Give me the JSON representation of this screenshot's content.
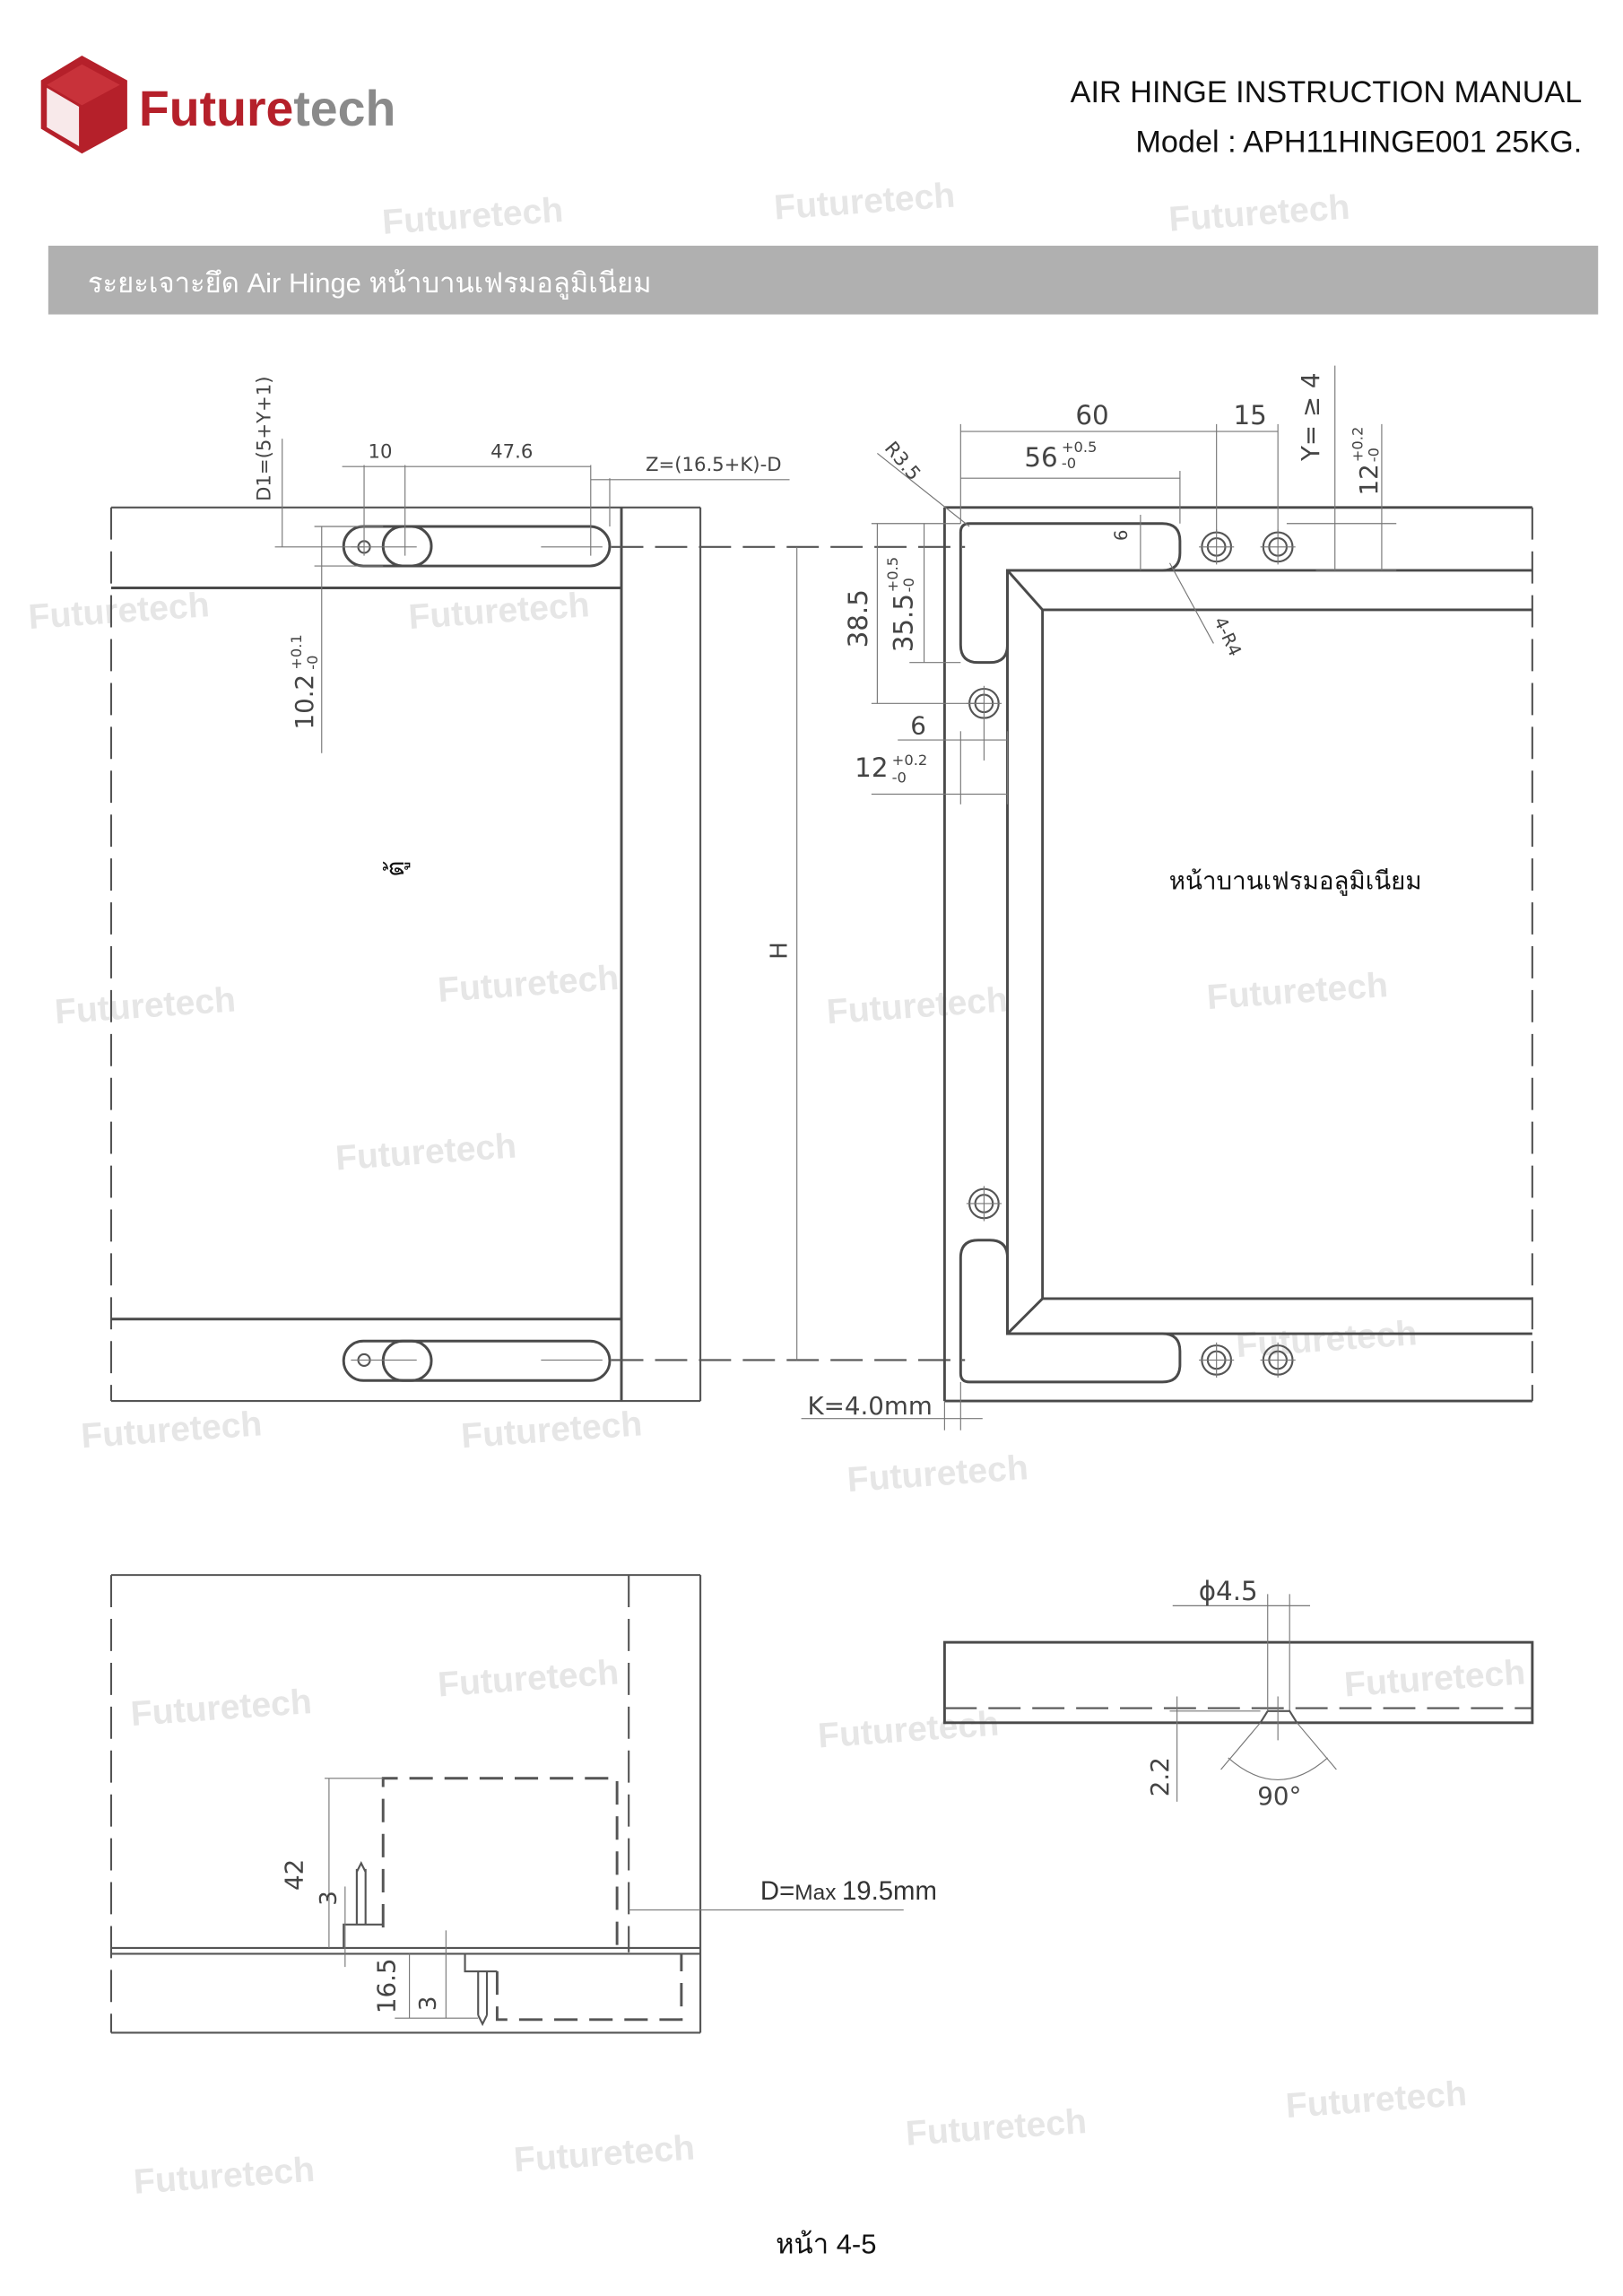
{
  "header": {
    "brand_part1": "Future",
    "brand_part2": "tech",
    "title": "AIR HINGE INSTRUCTION MANUAL",
    "model": "Model : APH11HINGE001 25KG."
  },
  "section_bar": {
    "title": "ระยะเจาะยึด Air Hinge หน้าบานเฟรมอลูมิเนียม",
    "color": "#b0b0b0"
  },
  "watermark": "Futuretech",
  "brand_colors": {
    "red": "#b5202a",
    "gray": "#8a8a8a"
  },
  "drawing_left_top": {
    "dim_10": "10",
    "dim_47_6": "47.6",
    "dim_z": "Z=(16.5+K)-D",
    "dim_d1": "D1=(5+Y+1)",
    "dim_10_2": "10.2",
    "tol_10_2_plus": "+0.1",
    "tol_10_2_minus": "-0",
    "label_cabinet": "ตู้",
    "dim_h": "H"
  },
  "drawing_right_top": {
    "dim_60": "60",
    "dim_15": "15",
    "dim_56": "56",
    "tol_56_plus": "+0.5",
    "tol_56_minus": "-0",
    "dim_r3_5": "R3.5",
    "dim_y": "Y= ≥ 4",
    "dim_12_top": "12",
    "tol_12_plus": "+0.2",
    "tol_12_minus": "-0",
    "dim_6_slot": "6",
    "dim_4_r4": "4-R4",
    "dim_38_5": "38.5",
    "dim_35_5": "35.5",
    "tol_35_5_plus": "+0.5",
    "tol_35_5_minus": "-0",
    "dim_6_side": "6",
    "dim_12_side": "12",
    "dim_k": "K=4.0mm",
    "label_door": "หน้าบานเฟรมอลูมิเนียม"
  },
  "drawing_left_bottom": {
    "dim_42": "42",
    "dim_3_top": "3",
    "dim_16_5": "16.5",
    "dim_3_bottom": "3",
    "dim_d_prefix": "D=",
    "dim_d_max": "Max",
    "dim_d_value": "19.5mm"
  },
  "drawing_right_bottom": {
    "dim_phi": "ϕ4.5",
    "dim_2_2": "2.2",
    "dim_angle": "90°"
  },
  "footer": {
    "page": "หน้า 4-5"
  }
}
